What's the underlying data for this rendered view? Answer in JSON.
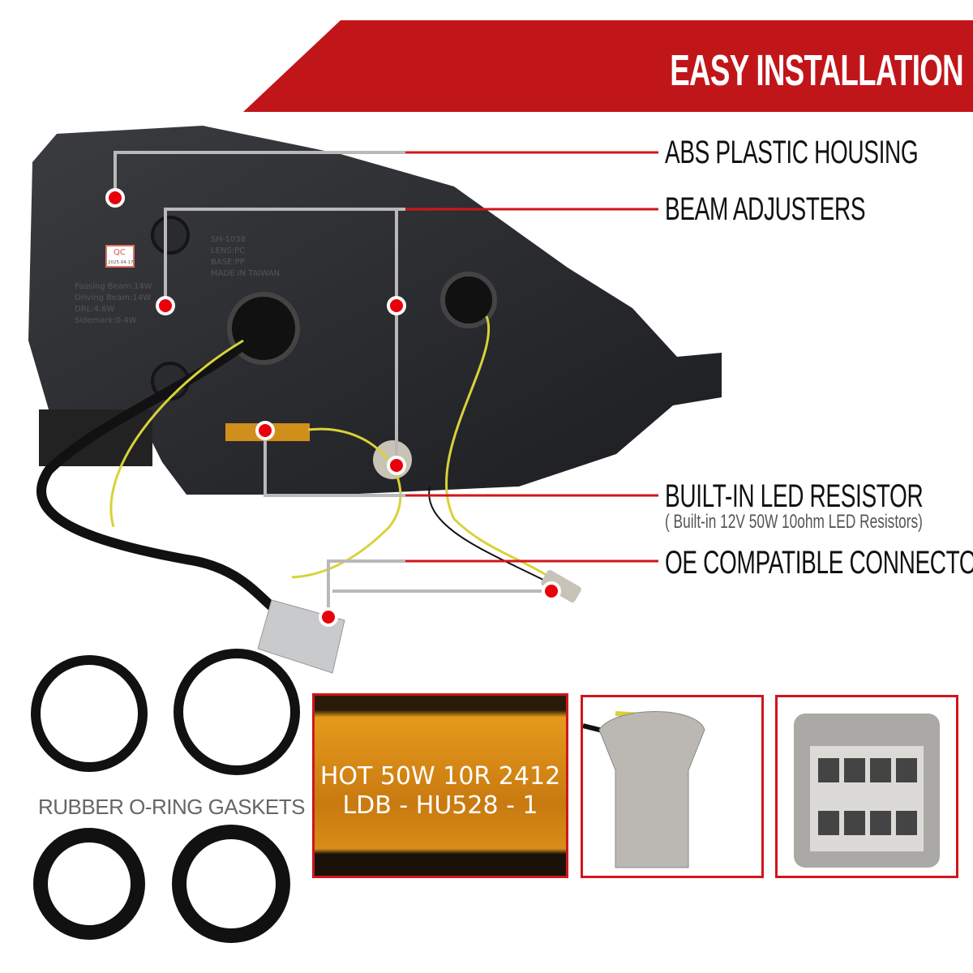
{
  "banner": {
    "title": "EASY INSTALLATION",
    "color": "#c0161a"
  },
  "callouts": [
    {
      "label": "ABS PLASTIC HOUSING"
    },
    {
      "label": "BEAM ADJUSTERS"
    },
    {
      "label": "BUILT-IN LED RESISTOR",
      "sub": "( Built-in 12V 50W 10ohm LED Resistors)"
    },
    {
      "label": "OE COMPATIBLE CONNECTORS"
    }
  ],
  "gaskets": {
    "label": "RUBBER O-RING GASKETS"
  },
  "resistor_closeup": {
    "line1": "HOT 50W 10R 2412",
    "line2": "LDB - HU528 - 1"
  },
  "housing_marks": {
    "qc": "QC",
    "qc_date": "2025.04.17",
    "specs": [
      "Passing Beam:14W",
      "Driving Beam:14W",
      "DRL:4.6W",
      "Sidemark:0.4W"
    ],
    "material": [
      "SH-1038",
      "LENS:PC",
      "BASE:PP",
      "MADE IN TAIWAN"
    ]
  },
  "colors": {
    "accent": "#d0161b",
    "dot": "#e8000b",
    "leader": "#b9b9b9"
  }
}
